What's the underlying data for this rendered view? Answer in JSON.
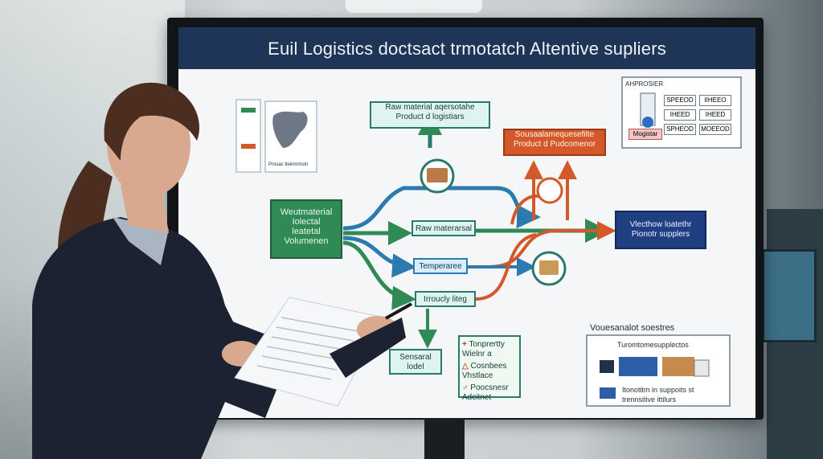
{
  "screen": {
    "title": "Euil Logistics doctsact trmotatch Altentive supliers"
  },
  "diagram": {
    "raw_material_box": [
      "Raw material aqersotahe",
      "Product d logistiars"
    ],
    "orange_box": [
      "Sousaalamequesefilte",
      "Product d Pudcomenor"
    ],
    "left_green_box": [
      "Weutmaterial",
      "Iolectal",
      "leatetal",
      "Volumenen"
    ],
    "right_navy_box": [
      "Vlecthow loatethr",
      "Pionotr supplers"
    ],
    "mid_label_1": "Raw materarsal",
    "mid_label_2": "Temperaree",
    "mid_label_3": "Irroucly liteg",
    "bottom_left_box": [
      "Sensaral",
      "lodel"
    ],
    "legend_items": [
      {
        "symbol": "+",
        "text": "Tonprertty Wielnr a"
      },
      {
        "symbol": "△",
        "text": "Cosnbees Vhstlace"
      },
      {
        "symbol": "♂",
        "text": "Poocsnesr Adcitnet"
      }
    ],
    "right_top_panel": {
      "heading": "AHPROSIER",
      "items": [
        "SPEEOD",
        "IIHEEO",
        "IHEED",
        "IHEED",
        "Mogistar",
        "SPHEOD",
        "MOEEOD"
      ]
    },
    "right_bottom": {
      "title": "Vouesanalot soestres",
      "line1": "Turomtomesupplectos",
      "line2": "Itonotitm in suppoits st",
      "line3": "trennsitive ittilurs"
    },
    "left_panel_caption": "Prosac tleirimmstn"
  },
  "colors": {
    "title_bar": "#1e3557",
    "teal": "#2a7a6c",
    "green": "#2f8a55",
    "orange": "#d4592a",
    "navy": "#203f82",
    "blue_arrow": "#2d7ab1"
  }
}
